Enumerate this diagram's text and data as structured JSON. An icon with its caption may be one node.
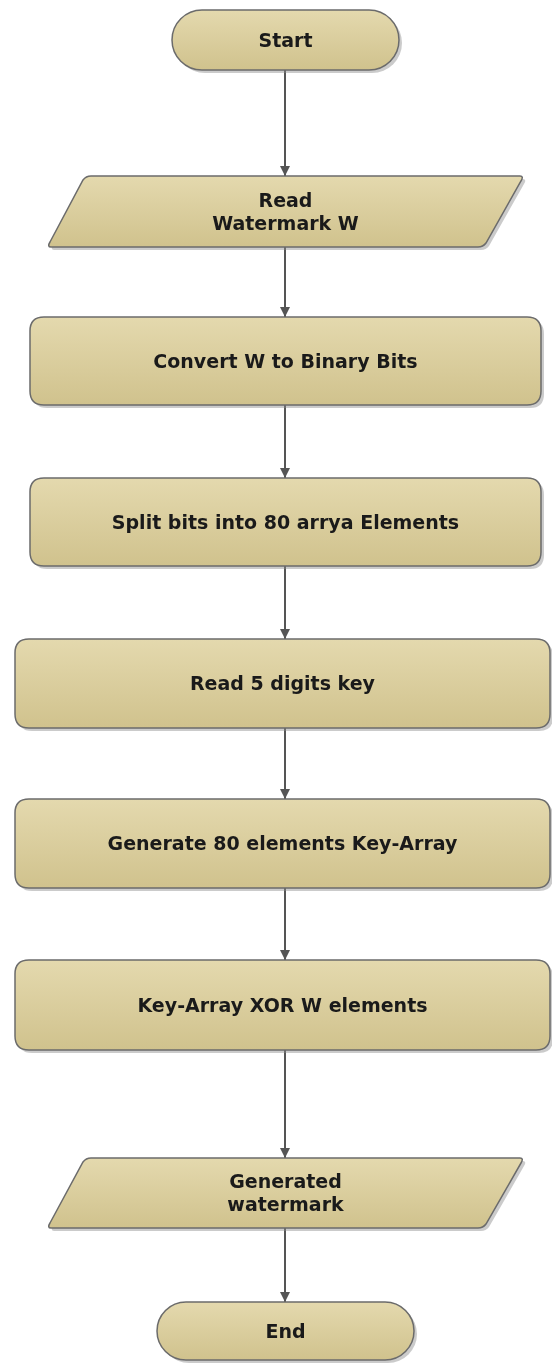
{
  "diagram": {
    "nodes": [
      {
        "text": [
          "Start"
        ]
      },
      {
        "text": [
          "Read Watermark W"
        ]
      },
      {
        "text": [
          "Convert W to Binary Bits"
        ]
      },
      {
        "text": [
          "Split bits into 80 arrya Elements"
        ]
      },
      {
        "text": [
          "Read 5 digits key"
        ]
      },
      {
        "text": [
          "Generate 80 elements Key-Array"
        ]
      },
      {
        "text": [
          "Key-Array XOR W elements"
        ]
      },
      {
        "text": [
          "Generated watermark"
        ]
      },
      {
        "text": [
          "End"
        ]
      }
    ],
    "edges": [
      {
        "from": 0,
        "to": 1,
        "arrow": "to"
      },
      {
        "from": 1,
        "to": 2,
        "arrow": "to"
      },
      {
        "from": 2,
        "to": 3,
        "arrow": "to"
      },
      {
        "from": 3,
        "to": 4,
        "arrow": "to"
      },
      {
        "from": 4,
        "to": 5,
        "arrow": "to"
      },
      {
        "from": 5,
        "to": 6,
        "arrow": "to"
      },
      {
        "from": 6,
        "to": 7,
        "arrow": "to"
      },
      {
        "from": 7,
        "to": 8,
        "arrow": "to"
      }
    ]
  }
}
